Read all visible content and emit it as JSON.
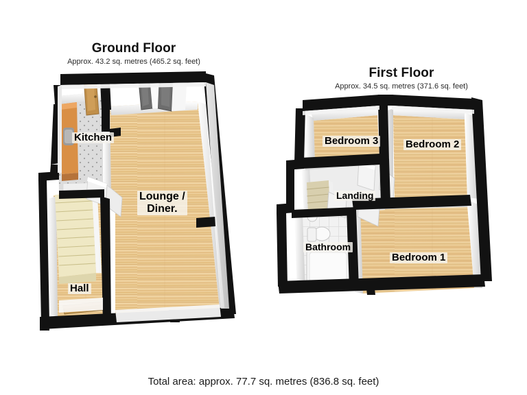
{
  "document": {
    "type": "floorplan",
    "total_area": "Total area: approx. 77.7 sq. metres (836.8 sq. feet)",
    "background_color": "#ffffff"
  },
  "floors": [
    {
      "id": "ground",
      "title": "Ground Floor",
      "subtitle": "Approx. 43.2 sq. metres (465.2 sq. feet)",
      "area_metric": "43.2 sq. metres",
      "area_imperial": "465.2 sq. feet",
      "rooms": [
        {
          "id": "kitchen",
          "label": "Kitchen",
          "floor_finish": "grey-speckled-vinyl"
        },
        {
          "id": "lounge-diner",
          "label": "Lounge /\nDiner.",
          "label_line1": "Lounge /",
          "label_line2": "Diner.",
          "floor_finish": "light-oak-wood"
        },
        {
          "id": "hall",
          "label": "Hall",
          "floor_finish": "light-oak-wood"
        }
      ],
      "features": [
        {
          "id": "staircase",
          "name": "staircase-up",
          "color": "#efe8c4"
        },
        {
          "id": "kitchen-counter",
          "name": "kitchen-counter",
          "color": "#d98f45"
        },
        {
          "id": "french-doors",
          "name": "french-doors",
          "color": "#6d6d6d"
        },
        {
          "id": "front-door",
          "name": "front-door",
          "color": "#c79a52"
        },
        {
          "id": "kitchen-door",
          "name": "kitchen-door",
          "color": "#c08f4a"
        }
      ]
    },
    {
      "id": "first",
      "title": "First Floor",
      "subtitle": "Approx. 34.5 sq. metres (371.6 sq. feet)",
      "area_metric": "34.5 sq. metres",
      "area_imperial": "371.6 sq. feet",
      "rooms": [
        {
          "id": "bedroom-3",
          "label": "Bedroom 3",
          "floor_finish": "light-oak-wood"
        },
        {
          "id": "bedroom-2",
          "label": "Bedroom 2",
          "floor_finish": "light-oak-wood"
        },
        {
          "id": "bedroom-1",
          "label": "Bedroom 1",
          "floor_finish": "light-oak-wood"
        },
        {
          "id": "landing",
          "label": "Landing",
          "floor_finish": "pale-grey"
        },
        {
          "id": "bathroom",
          "label": "Bathroom",
          "floor_finish": "white-tile"
        }
      ],
      "features": [
        {
          "id": "bath",
          "name": "bathtub",
          "color": "#f2f2f2"
        },
        {
          "id": "wc",
          "name": "toilet",
          "color": "#f7f7f7"
        },
        {
          "id": "basin",
          "name": "wash-basin",
          "color": "#f5f5f5"
        },
        {
          "id": "stair-opening",
          "name": "stair-opening",
          "color": "#d8cfae"
        },
        {
          "id": "doors",
          "name": "interior-doors",
          "color": "#f0efec"
        }
      ]
    }
  ],
  "palette": {
    "wall_dark": "#121212",
    "wall_face": "#fdfdfd",
    "wall_shade": "#e4e4e4",
    "wood_light": "#f0cf9a",
    "wood_mid": "#ddb173",
    "wood_dark": "#caa05f",
    "kitchen_floor": "#dcdcdc",
    "tile_floor": "#f1f1f1",
    "landing_floor": "#ededed",
    "stairs": "#efe8c4",
    "counter": "#d98f45",
    "door_grey": "#6f6f6f",
    "text": "#000000"
  }
}
